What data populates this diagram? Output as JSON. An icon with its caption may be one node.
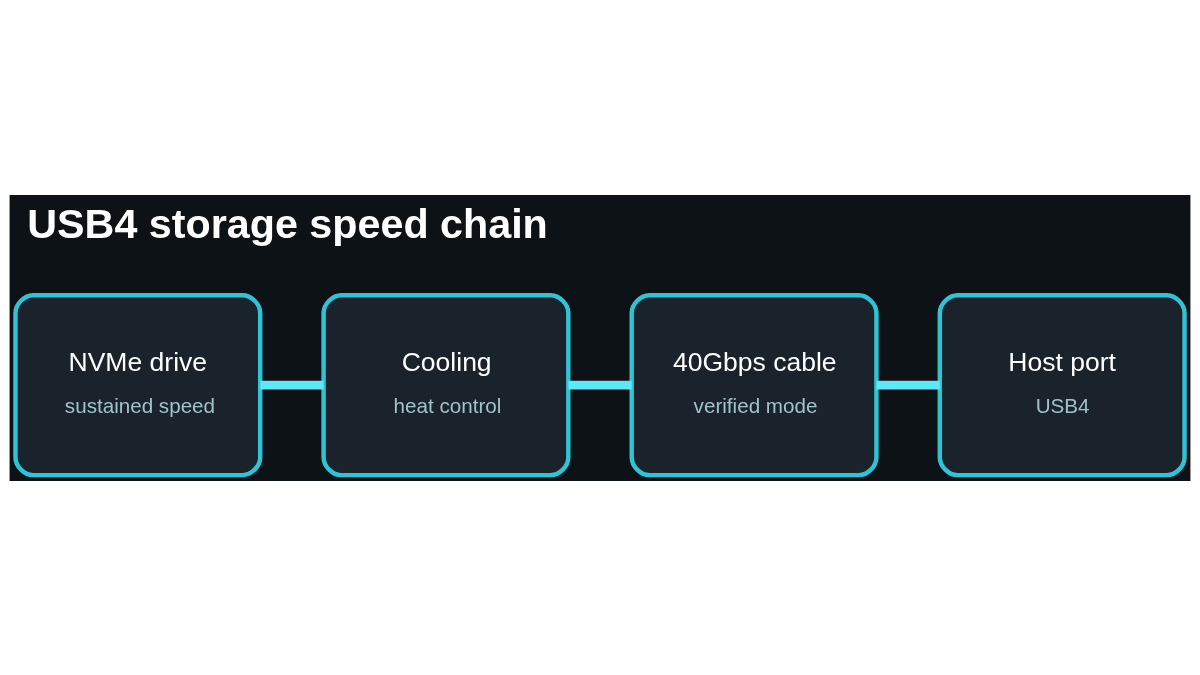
{
  "diagram": {
    "title": "USB4 storage speed chain",
    "nodes": [
      {
        "text": [
          "NVMe drive",
          "sustained speed"
        ]
      },
      {
        "text": [
          "Cooling",
          "heat control"
        ]
      },
      {
        "text": [
          "40Gbps cable",
          "verified mode"
        ]
      },
      {
        "text": [
          "Host port",
          "USB4"
        ]
      }
    ],
    "edges": [
      {
        "from": 0,
        "to": 1,
        "arrow": "none"
      },
      {
        "from": 1,
        "to": 2,
        "arrow": "none"
      },
      {
        "from": 2,
        "to": 3,
        "arrow": "none"
      }
    ]
  }
}
